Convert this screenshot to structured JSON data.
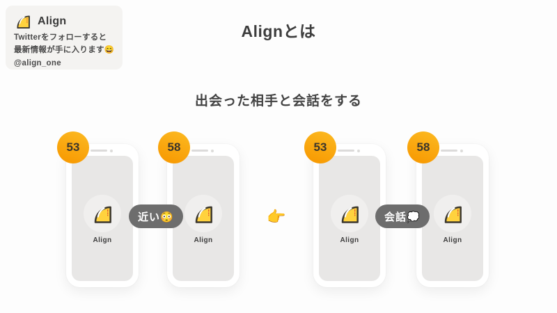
{
  "slide": {
    "title": "Alignとは",
    "subtitle": "出会った相手と会話をする",
    "pointer_emoji": "👉"
  },
  "header_card": {
    "app_name": "Align",
    "promo_line1": "Twitterをフォローすると",
    "promo_line2": "最新情報が手に入ります😄",
    "twitter_handle": "@align_one"
  },
  "labels": {
    "near_pill": "近い😳",
    "talk_pill": "会話💭"
  },
  "phones": [
    {
      "badge": "53",
      "app_label": "Align"
    },
    {
      "badge": "58",
      "app_label": "Align"
    },
    {
      "badge": "53",
      "app_label": "Align"
    },
    {
      "badge": "58",
      "app_label": "Align"
    }
  ],
  "colors": {
    "badge_orange_top": "#fcba22",
    "badge_orange_bottom": "#f89c04",
    "pill_background": "#6d6d6d",
    "phone_screen_gray": "#e8e7e6",
    "card_background": "#f4f3f1",
    "logo_yellow": "#ffd23e",
    "text_dark": "#3d3d3d"
  }
}
